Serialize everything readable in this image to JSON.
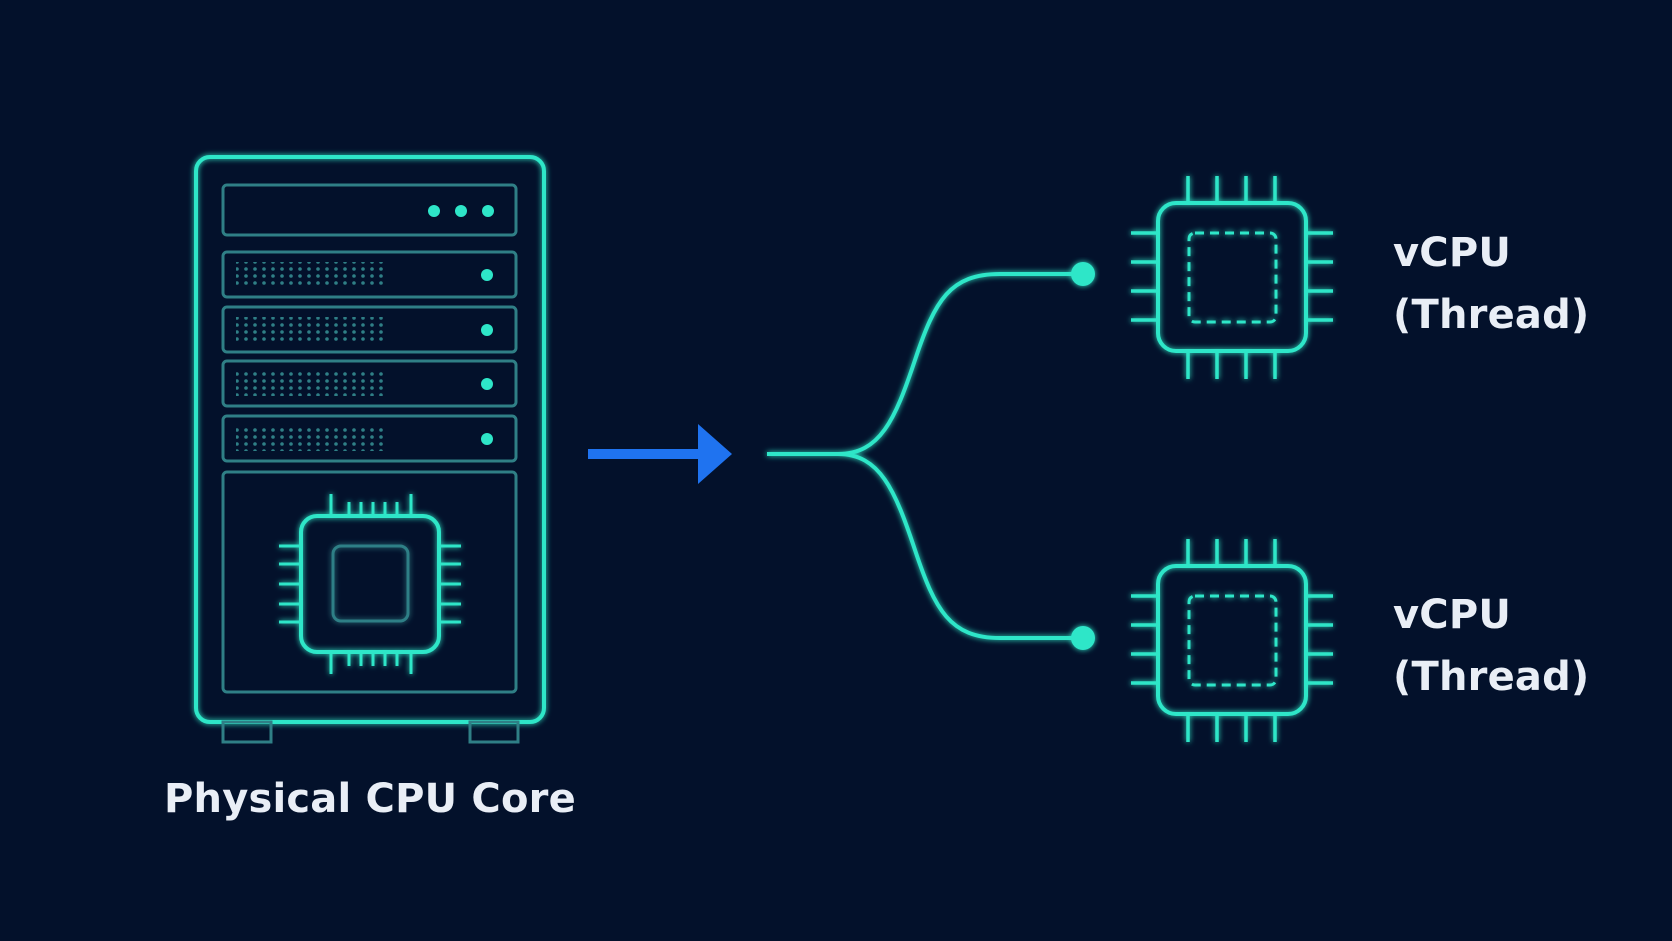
{
  "colors": {
    "background": "#03112b",
    "neon": "#2ee6c8",
    "dim": "#2f7f86",
    "arrow": "#1f73f0",
    "text": "#e9eef6"
  },
  "labels": {
    "physical_core": "Physical CPU Core",
    "vcpu_top": {
      "line1": "vCPU",
      "line2": "(Thread)"
    },
    "vcpu_bottom": {
      "line1": "vCPU",
      "line2": "(Thread)"
    }
  },
  "icons": {
    "server": "server-tower-icon",
    "core_chip": "cpu-chip-icon",
    "arrow": "right-arrow-icon",
    "vcpu_chip": "cpu-chip-icon"
  }
}
